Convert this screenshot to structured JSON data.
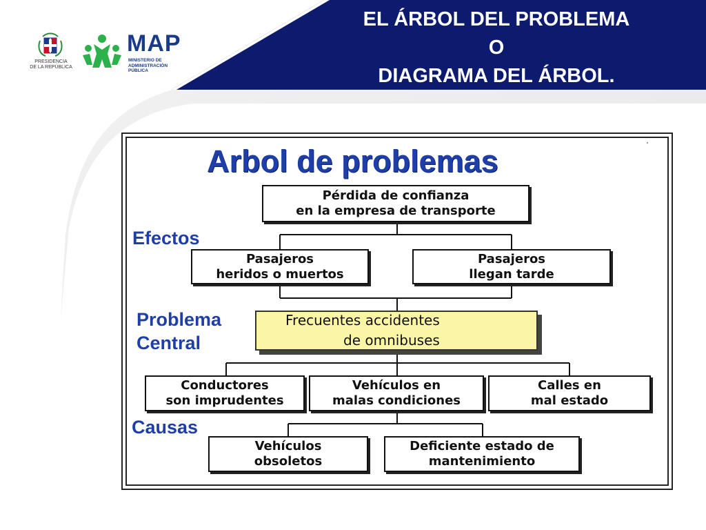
{
  "header": {
    "title_lines": [
      "EL ÁRBOL DEL PROBLEMA",
      "O",
      "DIAGRAMA DEL ÁRBOL."
    ]
  },
  "logos": {
    "presidencia_label_lines": [
      "PRESIDENCIA",
      "DE LA REPÚBLICA"
    ],
    "map_name": "MAP",
    "map_subtitle_lines": [
      "MINISTERIO DE",
      "ADMINISTRACIÓN",
      "PÚBLICA"
    ]
  },
  "colors": {
    "header_navy": "#0d1b6e",
    "title_blue": "#1f3fa8",
    "central_fill": "#fbf6a6",
    "map_green": "#2bb24a",
    "map_blue": "#1a3a8a"
  },
  "diagram": {
    "title": "Arbol de problemas",
    "labels": {
      "effects": "Efectos",
      "central_lines": [
        "Problema",
        "Central"
      ],
      "causes": "Causas"
    },
    "top_effect_lines": [
      "Pérdida de confianza",
      "en la empresa de transporte"
    ],
    "effects": [
      {
        "lines": [
          "Pasajeros",
          "heridos o muertos"
        ]
      },
      {
        "lines": [
          "Pasajeros",
          "llegan tarde"
        ]
      }
    ],
    "central_problem_lines": [
      "Frecuentes accidentes",
      "de omnibuses"
    ],
    "causes": [
      {
        "lines": [
          "Conductores",
          "son imprudentes"
        ]
      },
      {
        "lines": [
          "Vehículos en",
          "malas condiciones"
        ]
      },
      {
        "lines": [
          "Calles en",
          "mal estado"
        ]
      }
    ],
    "sub_causes": [
      {
        "lines": [
          "Vehículos",
          "obsoletos"
        ]
      },
      {
        "lines": [
          "Deficiente estado de",
          "mantenimiento"
        ]
      }
    ]
  }
}
